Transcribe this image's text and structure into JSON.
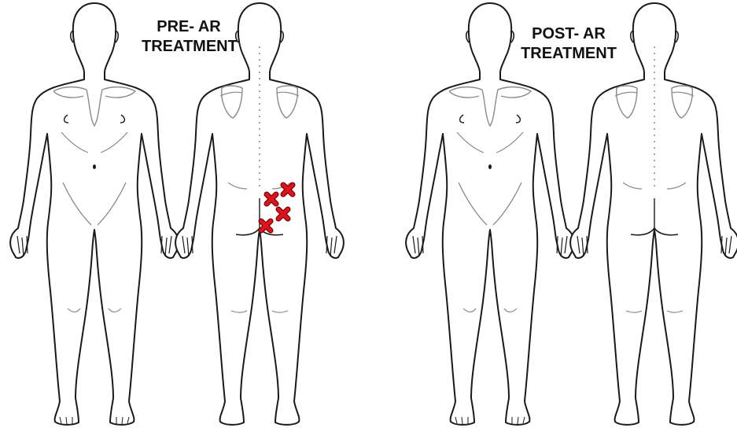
{
  "labels": {
    "pre_line1": "PRE- AR",
    "pre_line2": "TREATMENT",
    "post_line1": "POST- AR",
    "post_line2": "TREATMENT"
  },
  "panels": [
    {
      "id": "pre",
      "views": [
        "front",
        "back"
      ],
      "pain_marker_count": 4
    },
    {
      "id": "post",
      "views": [
        "front",
        "back"
      ],
      "pain_marker_count": 0
    }
  ],
  "colors": {
    "outline": "#1a1a1a",
    "detail": "#8a8a8a",
    "marker": "#e0141e",
    "marker_edge": "#7a0000"
  },
  "icons": {
    "pain_marker": "x-mark-icon"
  }
}
